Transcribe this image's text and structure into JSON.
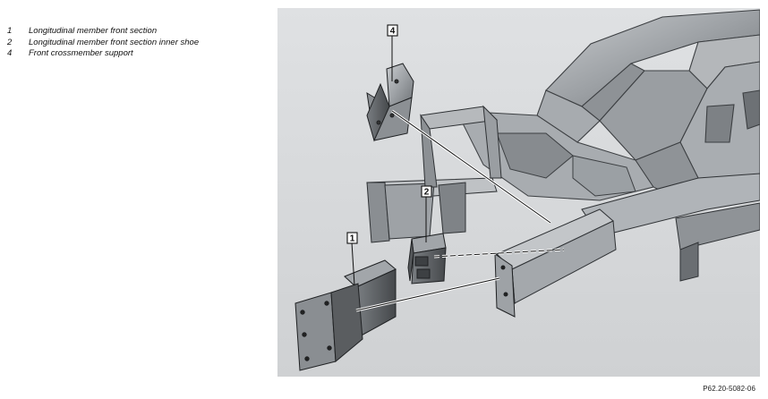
{
  "legend": {
    "items": [
      {
        "number": "1",
        "label": "Longitudinal member front section"
      },
      {
        "number": "2",
        "label": "Longitudinal member front section inner shoe"
      },
      {
        "number": "4",
        "label": "Front crossmember support"
      }
    ]
  },
  "figure": {
    "callouts": [
      "4",
      "2",
      "1"
    ],
    "reference": "P62.20-5082-06",
    "colors": {
      "background": "#d6d8da",
      "metal_light": "#b9bcbf",
      "metal_dark": "#5e6164"
    }
  }
}
